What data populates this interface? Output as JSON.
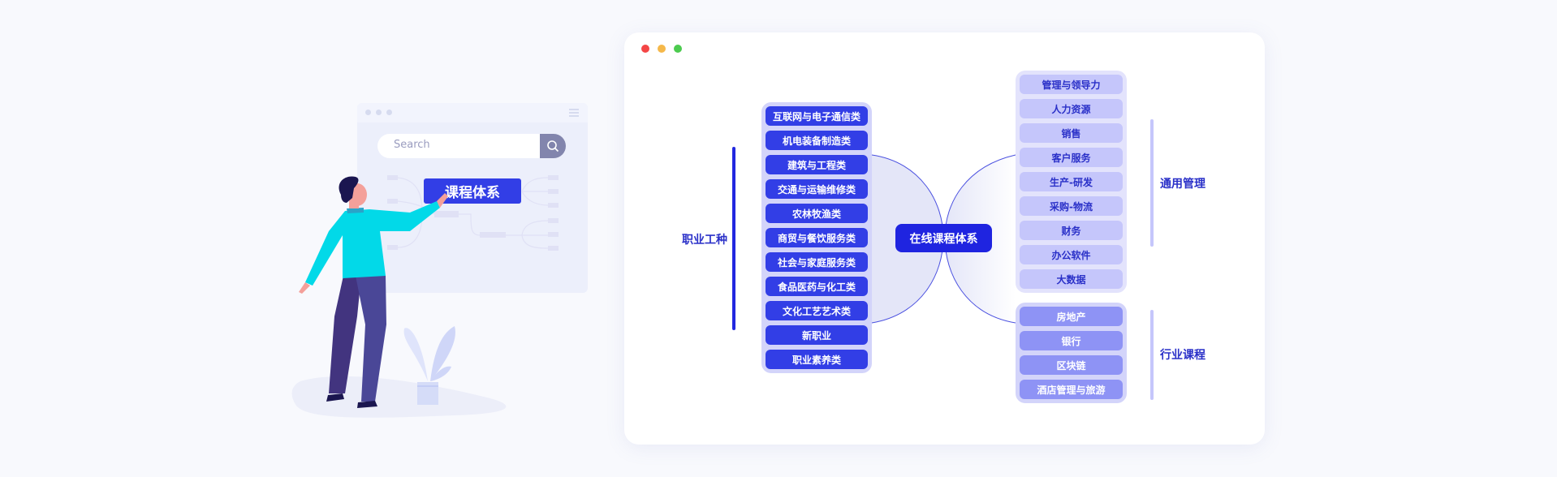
{
  "illustration": {
    "search_placeholder": "Search",
    "tag_label": "课程体系",
    "icons": [
      "search-icon",
      "menu-icon"
    ]
  },
  "window_dots": {
    "colors": [
      "#f44646",
      "#f5b84a",
      "#4ccb4f"
    ]
  },
  "diagram": {
    "center": "在线课程体系",
    "left_group": {
      "label": "职业工种",
      "items": [
        "互联网与电子通信类",
        "机电装备制造类",
        "建筑与工程类",
        "交通与运输维修类",
        "农林牧渔类",
        "商贸与餐饮服务类",
        "社会与家庭服务类",
        "食品医药与化工类",
        "文化工艺艺术类",
        "新职业",
        "职业素养类"
      ]
    },
    "right_top_group": {
      "label": "通用管理",
      "items": [
        "管理与领导力",
        "人力资源",
        "销售",
        "客户服务",
        "生产-研发",
        "采购-物流",
        "财务",
        "办公软件",
        "大数据"
      ]
    },
    "right_bottom_group": {
      "label": "行业课程",
      "items": [
        "房地产",
        "银行",
        "区块链",
        "酒店管理与旅游"
      ]
    }
  }
}
